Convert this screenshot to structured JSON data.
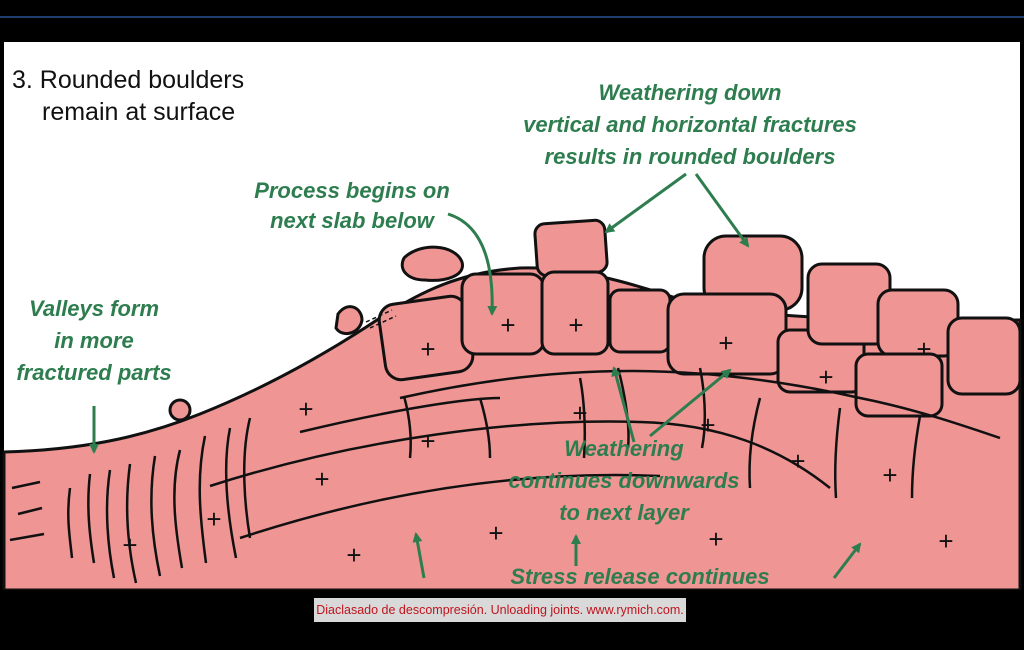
{
  "title_lines": [
    "3. Rounded boulders",
    "remain at surface"
  ],
  "labels": {
    "valleys": [
      "Valleys form",
      "in more",
      "fractured parts"
    ],
    "process": [
      "Process begins on",
      "next slab below"
    ],
    "weathering_down": [
      "Weathering down",
      "vertical and horizontal fractures",
      "results in rounded boulders"
    ],
    "weathering_continues": [
      "Weathering",
      "continues downwards",
      "to next layer"
    ],
    "stress": "Stress release continues"
  },
  "caption": "Diaclasado de descompresión. Unloading joints. www.rymich.com.",
  "colors": {
    "rock": "#ef9594",
    "outline": "#111111",
    "label": "#2e7d4f",
    "sky": "#ffffff",
    "caption_text": "#c0141d",
    "caption_bg": "#d9d9d9"
  },
  "plus_symbol": "+"
}
